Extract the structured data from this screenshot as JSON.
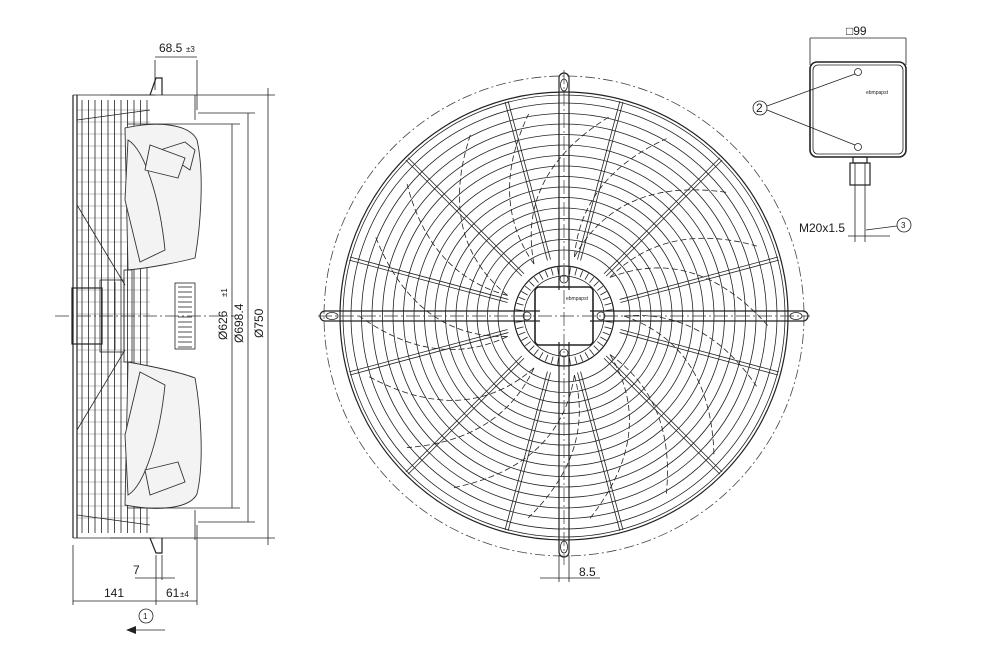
{
  "drawing": {
    "dimensions": {
      "offset_top": "68.5",
      "offset_top_tol": "±3",
      "dia_626": "Ø626",
      "dia_626_tol": "±1",
      "dia_698": "Ø698.4",
      "dia_750": "Ø750",
      "depth_141": "141",
      "gap_7": "7",
      "depth_61": "61",
      "depth_61_tol": "±4",
      "slot_85": "8.5",
      "box_99": "□99",
      "cable_gland": "M20x1.5"
    },
    "callouts": {
      "c1": "1",
      "c2": "2",
      "c3": "3"
    },
    "brand": "ebmpapst"
  }
}
